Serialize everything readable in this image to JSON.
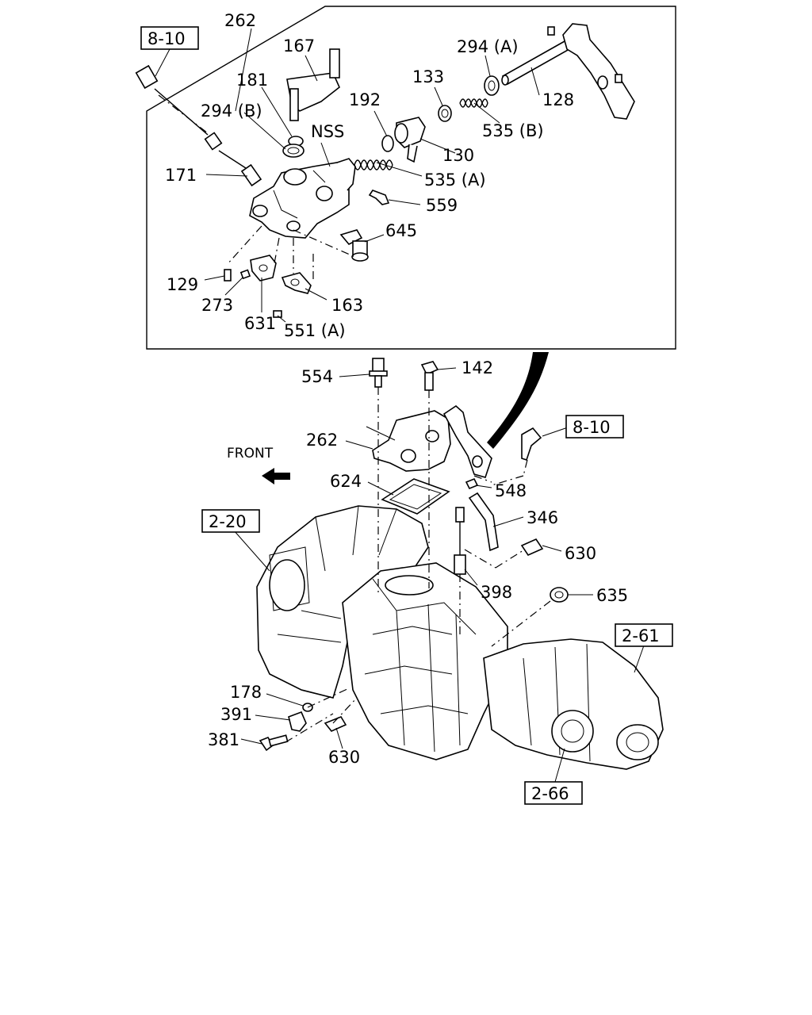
{
  "callouts": {
    "c262_top": "262",
    "c167": "167",
    "c181": "181",
    "c294b": "294 (B)",
    "cNSS": "NSS",
    "c171": "171",
    "c133": "133",
    "c192": "192",
    "c294a": "294 (A)",
    "c128": "128",
    "c535b": "535 (B)",
    "c130": "130",
    "c535a": "535 (A)",
    "c559": "559",
    "c645": "645",
    "c129": "129",
    "c273": "273",
    "c631": "631",
    "c551a": "551 (A)",
    "c163": "163",
    "c554": "554",
    "c142": "142",
    "c262_mid": "262",
    "c548": "548",
    "c624": "624",
    "c346": "346",
    "c630a": "630",
    "c398": "398",
    "c635": "635",
    "c178": "178",
    "c391": "391",
    "c381": "381",
    "c630b": "630"
  },
  "refs": {
    "r810_top": "8-10",
    "r810_mid": "8-10",
    "r220": "2-20",
    "r261": "2-61",
    "r266": "2-66"
  },
  "direction": {
    "front": "FRONT"
  }
}
